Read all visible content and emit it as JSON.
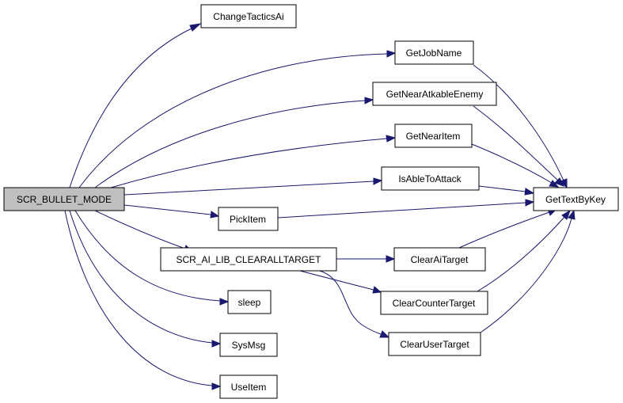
{
  "nodes": {
    "root": "SCR_BULLET_MODE",
    "change_tactics_ai": "ChangeTacticsAi",
    "get_job_name": "GetJobName",
    "get_near_atkable_enemy": "GetNearAtkableEnemy",
    "get_near_item": "GetNearItem",
    "is_able_to_attack": "IsAbleToAttack",
    "get_text_by_key": "GetTextByKey",
    "pick_item": "PickItem",
    "scr_ai_lib_clearalltarget": "SCR_AI_LIB_CLEARALLTARGET",
    "clear_ai_target": "ClearAiTarget",
    "clear_counter_target": "ClearCounterTarget",
    "clear_user_target": "ClearUserTarget",
    "sleep": "sleep",
    "sys_msg": "SysMsg",
    "use_item": "UseItem"
  },
  "edges": [
    [
      "root",
      "change_tactics_ai"
    ],
    [
      "root",
      "get_job_name"
    ],
    [
      "root",
      "get_near_atkable_enemy"
    ],
    [
      "root",
      "get_near_item"
    ],
    [
      "root",
      "is_able_to_attack"
    ],
    [
      "root",
      "pick_item"
    ],
    [
      "root",
      "scr_ai_lib_clearalltarget"
    ],
    [
      "root",
      "sleep"
    ],
    [
      "root",
      "sys_msg"
    ],
    [
      "root",
      "use_item"
    ],
    [
      "get_job_name",
      "get_text_by_key"
    ],
    [
      "get_near_atkable_enemy",
      "get_text_by_key"
    ],
    [
      "get_near_item",
      "get_text_by_key"
    ],
    [
      "is_able_to_attack",
      "get_text_by_key"
    ],
    [
      "pick_item",
      "get_text_by_key"
    ],
    [
      "scr_ai_lib_clearalltarget",
      "clear_ai_target"
    ],
    [
      "scr_ai_lib_clearalltarget",
      "clear_counter_target"
    ],
    [
      "scr_ai_lib_clearalltarget",
      "clear_user_target"
    ],
    [
      "clear_ai_target",
      "get_text_by_key"
    ],
    [
      "clear_counter_target",
      "get_text_by_key"
    ],
    [
      "clear_user_target",
      "get_text_by_key"
    ]
  ],
  "colors": {
    "edge": "#191970",
    "root_fill": "#bfbfbf",
    "node_fill": "#ffffff",
    "node_border": "#000000"
  }
}
